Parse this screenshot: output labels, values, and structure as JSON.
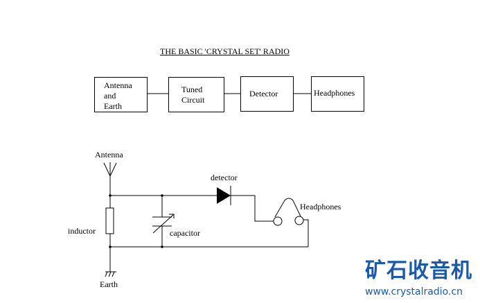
{
  "title": "THE BASIC 'CRYSTAL SET' RADIO",
  "block_diagram": {
    "blocks": [
      {
        "lines": [
          "Antenna",
          "and",
          "Earth"
        ]
      },
      {
        "lines": [
          "Tuned",
          "Circuit"
        ]
      },
      {
        "lines": [
          "Detector"
        ]
      },
      {
        "lines": [
          "Headphones"
        ]
      }
    ]
  },
  "circuit": {
    "labels": {
      "antenna": "Antenna",
      "inductor": "inductor",
      "capacitor": "capacitor",
      "detector": "detector",
      "headphones": "Headphones",
      "earth": "Earth"
    }
  },
  "watermark": {
    "chinese": "矿石收音机",
    "url": "www.crystalradio.cn",
    "color": "#1a5aa8"
  }
}
